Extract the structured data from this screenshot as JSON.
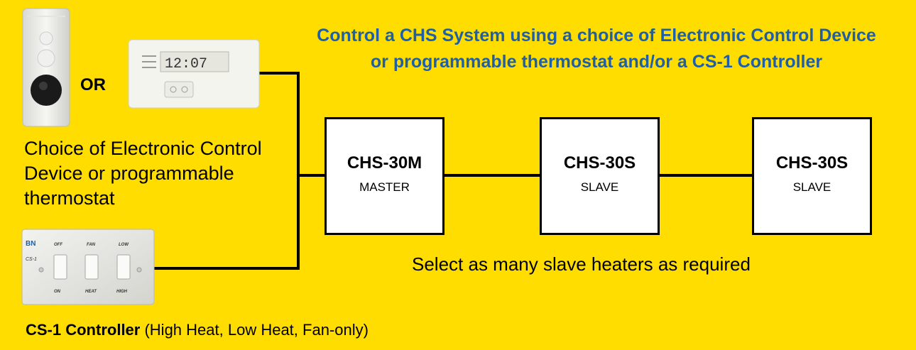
{
  "heading": {
    "line1": "Control a CHS System using a choice of Electronic Control Device",
    "line2": "or programmable thermostat and/or a CS-1 Controller"
  },
  "or_label": "OR",
  "thermostat_display": "12:07",
  "choice_label": {
    "line1": "Choice of Electronic Control",
    "line2": "Device or programmable",
    "line3": "thermostat"
  },
  "heaters": [
    {
      "model": "CHS-30M",
      "role": "MASTER"
    },
    {
      "model": "CHS-30S",
      "role": "SLAVE"
    },
    {
      "model": "CHS-30S",
      "role": "SLAVE"
    }
  ],
  "select_label": "Select as many slave heaters as required",
  "cs1_panel": {
    "brand": "BN",
    "model": "CS-1",
    "switch_top_labels": [
      "OFF",
      "FAN",
      "LOW"
    ],
    "switch_bottom_labels": [
      "ON",
      "HEAT",
      "HIGH"
    ]
  },
  "cs1_label": {
    "bold": "CS-1 Controller",
    "rest": " (High Heat, Low Heat, Fan-only)"
  },
  "colors": {
    "background": "#FFDD00",
    "heading": "#1F5FA8",
    "wire": "#000000"
  }
}
